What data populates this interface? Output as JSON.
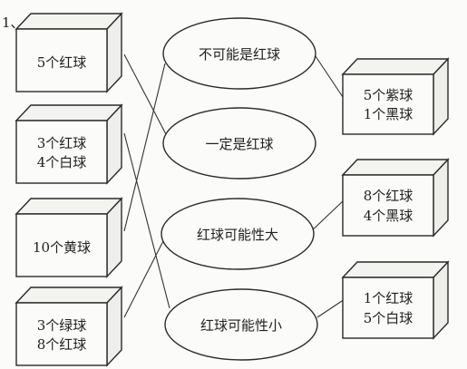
{
  "question_number": "1、",
  "left_boxes": [
    {
      "lines": [
        "5个红球"
      ]
    },
    {
      "lines": [
        "3个红球",
        "4个白球"
      ]
    },
    {
      "lines": [
        "10个黄球"
      ]
    },
    {
      "lines": [
        "3个绿球",
        "8个红球"
      ]
    }
  ],
  "middle_ovals": [
    {
      "label": "不可能是红球"
    },
    {
      "label": "一定是红球"
    },
    {
      "label": "红球可能性大"
    },
    {
      "label": "红球可能性小"
    }
  ],
  "right_boxes": [
    {
      "lines": [
        "5个紫球",
        "1个黑球"
      ]
    },
    {
      "lines": [
        "8个红球",
        "4个黑球"
      ]
    },
    {
      "lines": [
        "1个红球",
        "5个白球"
      ]
    }
  ]
}
